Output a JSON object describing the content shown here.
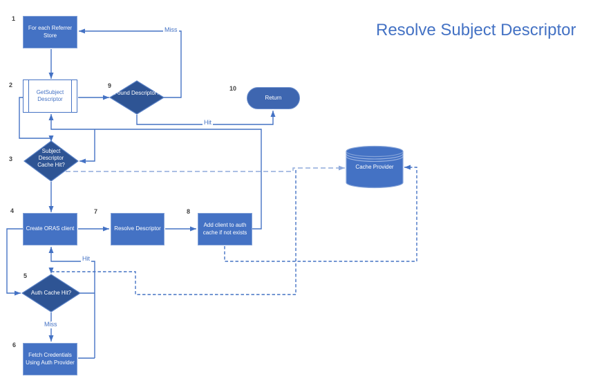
{
  "title": "Resolve Subject Descriptor",
  "nodes": {
    "n1": {
      "num": "1",
      "label": "For each Referrer Store",
      "type": "process"
    },
    "n2": {
      "num": "2",
      "label": "GetSubject Descriptor",
      "type": "predefined-process"
    },
    "n3": {
      "num": "3",
      "label": "Subject Descriptor Cache Hit?",
      "type": "decision"
    },
    "n4": {
      "num": "4",
      "label": "Create ORAS client",
      "type": "process"
    },
    "n5": {
      "num": "5",
      "label": "Auth Cache Hit?",
      "type": "decision"
    },
    "n6": {
      "num": "6",
      "label": "Fetch Credentials Using Auth Provider",
      "type": "process"
    },
    "n7": {
      "num": "7",
      "label": "Resolve Descriptor",
      "type": "process"
    },
    "n8": {
      "num": "8",
      "label": "Add client to auth cache if not exists",
      "type": "process"
    },
    "n9": {
      "num": "9",
      "label": "Found Descriptor?",
      "type": "decision"
    },
    "n10": {
      "num": "10",
      "label": "Return",
      "type": "terminator"
    },
    "cache": {
      "label": "Cache Provider",
      "type": "data-store"
    }
  },
  "edge_labels": {
    "miss_top": "Miss",
    "hit_return": "Hit",
    "hit_auth": "Hit",
    "miss_auth": "Miss"
  },
  "colors": {
    "process_fill": "#4472C4",
    "decision_fill": "#2E5494",
    "terminator_fill": "#3E66B0",
    "connector": "#4472C4",
    "dashed_light": "#8FAADC",
    "title_text": "#4472C4",
    "step_number_text": "#404040"
  }
}
